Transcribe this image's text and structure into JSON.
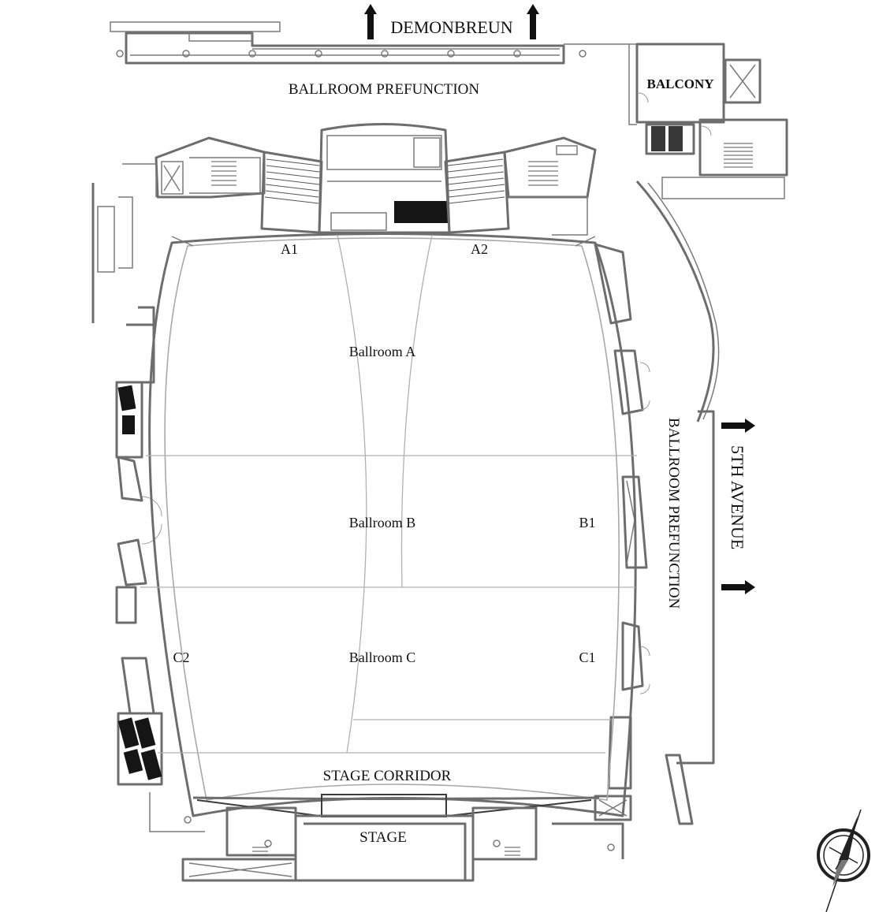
{
  "streets": {
    "north": "DEMONBREUN",
    "east": "5TH AVENUE"
  },
  "areas": {
    "balcony": "BALCONY",
    "prefunction_north": "BALLROOM PREFUNCTION",
    "prefunction_east": "BALLROOM PREFUNCTION",
    "stage_corridor": "STAGE CORRIDOR",
    "stage": "STAGE"
  },
  "rooms": {
    "ballroom_a": "Ballroom A",
    "ballroom_b": "Ballroom B",
    "ballroom_c": "Ballroom C"
  },
  "sections": {
    "a1": "A1",
    "a2": "A2",
    "b1": "B1",
    "c1": "C1",
    "c2": "C2"
  },
  "compass": {
    "icon": "north-arrow-compass-icon"
  }
}
